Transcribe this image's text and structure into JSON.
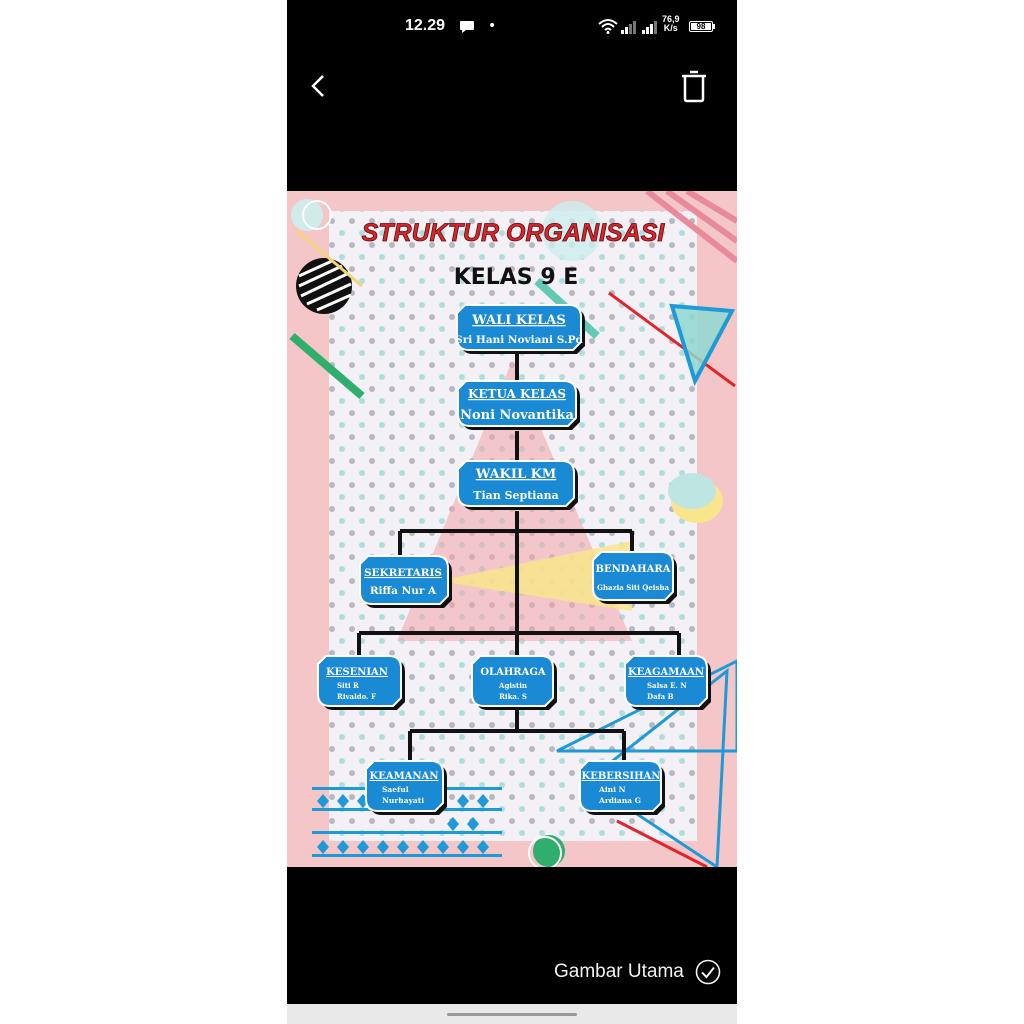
{
  "status_bar": {
    "time": "12.29",
    "net_speed_value": "76,9",
    "net_speed_unit": "K/s",
    "battery": "98"
  },
  "poster": {
    "title": "STRUKTUR ORGANISASI",
    "class_name": "KELAS 9 E",
    "wali_kelas": {
      "title": "WALI KELAS",
      "name": "Sri Hani Noviani S.Pd"
    },
    "ketua_kelas": {
      "title": "KETUA KELAS",
      "name": "Noni Novantika"
    },
    "wakil_km": {
      "title": "WAKIL KM",
      "name": "Tian Septiana"
    },
    "sekretaris": {
      "title": "SEKRETARIS",
      "name": "Riffa Nur A"
    },
    "bendahara": {
      "title": "BENDAHARA",
      "name": "Ghazia Siti Qeisha"
    },
    "kesenian": {
      "title": "KESENIAN",
      "line1": "Siti R",
      "line2": "Rivaldo. F"
    },
    "olahraga": {
      "title": "OLAHRAGA",
      "line1": "Agistin",
      "line2": "Rika. S"
    },
    "keagamaan": {
      "title": "KEAGAMAAN",
      "line1": "Salsa E. N",
      "line2": "Dafa B"
    },
    "keamanan": {
      "title": "KEAMANAN",
      "line1": "Saeful",
      "line2": "Nurhayati"
    },
    "kebersihan": {
      "title": "KEBERSIHAN",
      "line1": "Aini N",
      "line2": "Ardiana G"
    }
  },
  "bottom": {
    "caption": "Gambar Utama"
  },
  "colors": {
    "box": "#1a8ad4",
    "poster_bg": "#f4c6c8",
    "inner_bg": "#f3f0f6",
    "title_red": "#d7262c"
  }
}
